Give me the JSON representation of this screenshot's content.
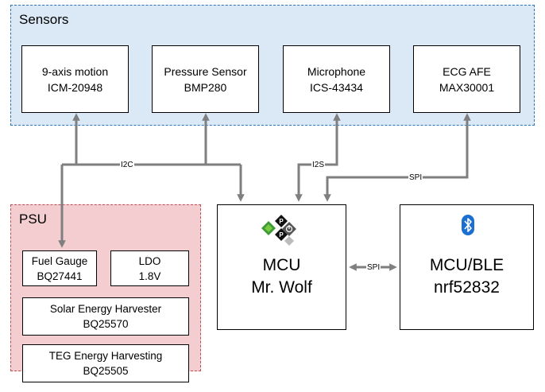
{
  "sensors": {
    "title": "Sensors",
    "items": [
      {
        "line1": "9-axis motion",
        "line2": "ICM-20948"
      },
      {
        "line1": "Pressure Sensor",
        "line2": "BMP280"
      },
      {
        "line1": "Microphone",
        "line2": "ICS-43434"
      },
      {
        "line1": "ECG AFE",
        "line2": "MAX30001"
      }
    ]
  },
  "psu": {
    "title": "PSU",
    "fuel_gauge": {
      "line1": "Fuel Gauge",
      "line2": "BQ27441"
    },
    "ldo": {
      "line1": "LDO",
      "line2": "1.8V"
    },
    "solar": {
      "line1": "Solar Energy Harvester",
      "line2": "BQ25570"
    },
    "teg": {
      "line1": "TEG Energy Harvesting",
      "line2": "BQ25505"
    }
  },
  "mcu": {
    "line1": "MCU",
    "line2": "Mr. Wolf"
  },
  "ble": {
    "line1": "MCU/BLE",
    "line2": "nrf52832"
  },
  "buses": {
    "i2c": "I2C",
    "i2s": "I2S",
    "spi_ecg": "SPI",
    "spi_link": "SPI"
  },
  "colors": {
    "sensors_fill": "#dbe9f6",
    "sensors_border": "#2e74b5",
    "psu_fill": "#f4cdd0",
    "psu_border": "#c0504d",
    "wire": "#7f7f7f",
    "bluetooth": "#1b6fd0"
  },
  "icons": {
    "mcu_logo": "pulp-logo-icon",
    "ble_logo": "bluetooth-icon"
  }
}
